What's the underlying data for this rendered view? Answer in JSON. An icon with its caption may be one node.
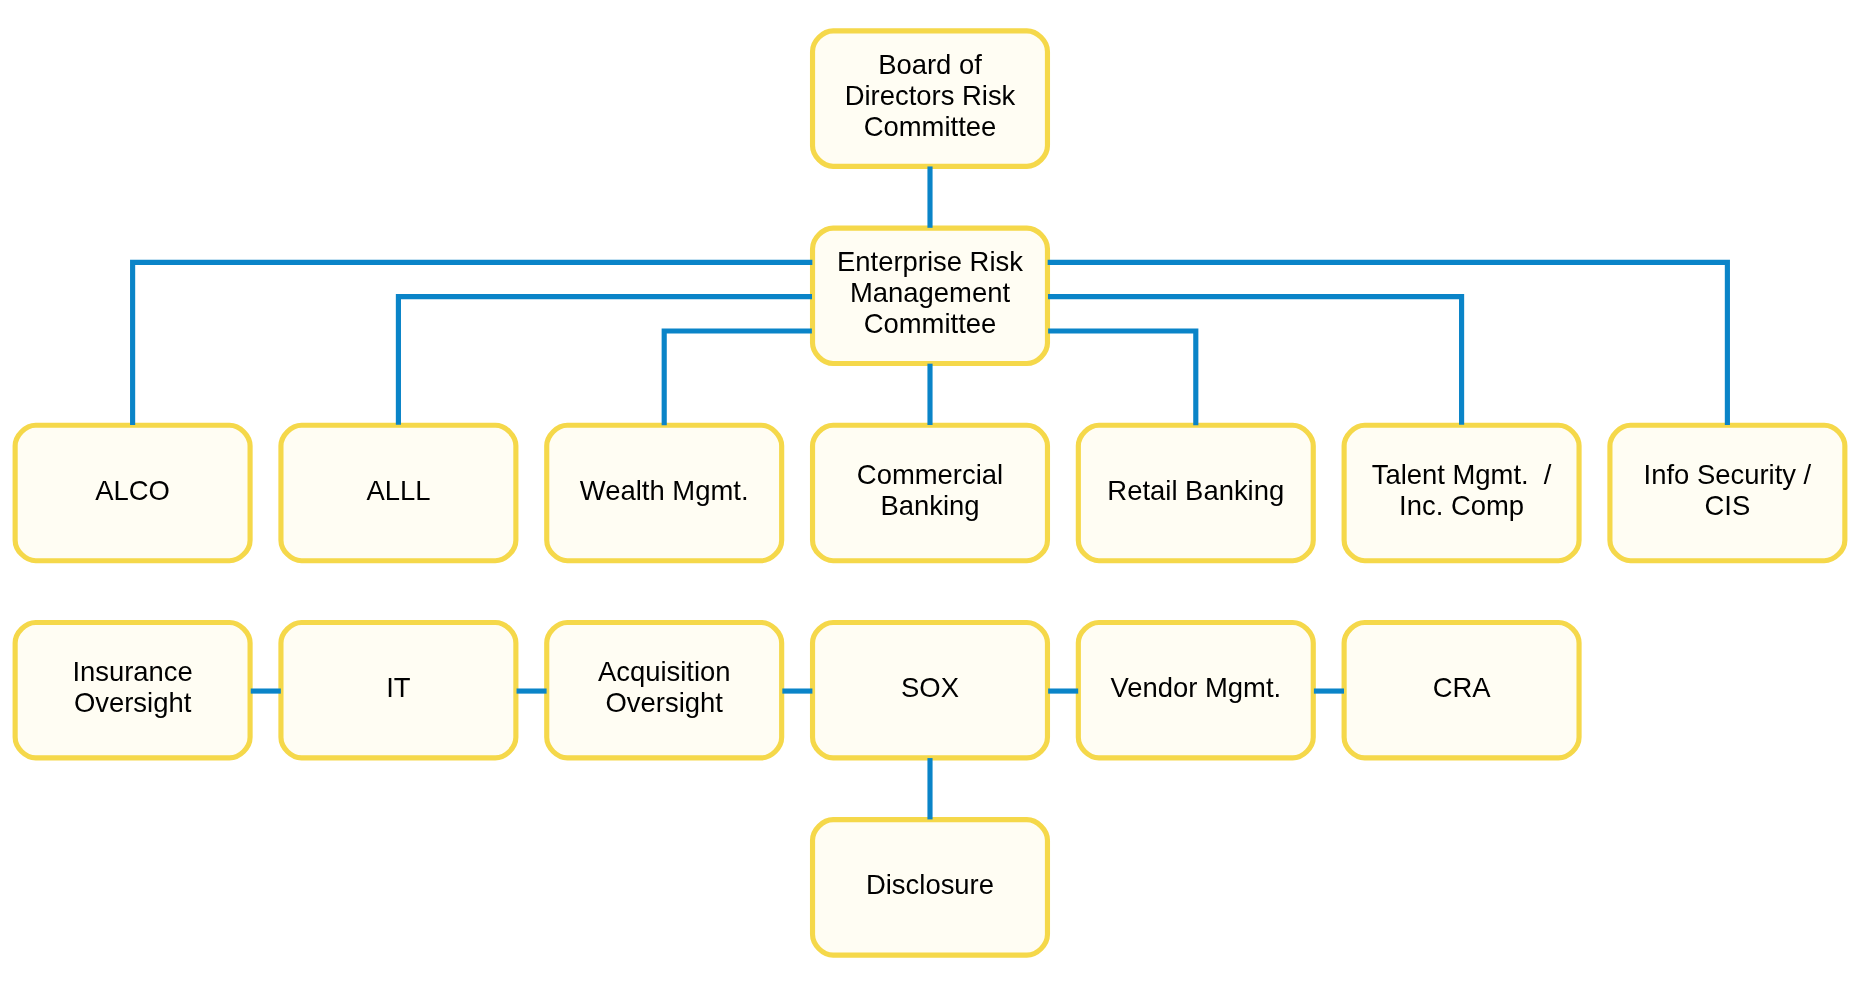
{
  "diagram": {
    "nodes": [
      {
        "text": [
          "Board of Directors Risk Committee"
        ]
      },
      {
        "text": [
          "Enterprise Risk Management Committee"
        ]
      },
      {
        "text": [
          "ALCO"
        ]
      },
      {
        "text": [
          "ALLL"
        ]
      },
      {
        "text": [
          "Wealth Mgmt."
        ]
      },
      {
        "text": [
          "Commercial Banking"
        ]
      },
      {
        "text": [
          "Retail Banking"
        ]
      },
      {
        "text": [
          "Talent Mgmt.  / Inc. Comp"
        ]
      },
      {
        "text": [
          "Info Security / CIS"
        ]
      },
      {
        "text": [
          "Insurance Oversight"
        ]
      },
      {
        "text": [
          "IT"
        ]
      },
      {
        "text": [
          "Acquisition Oversight"
        ]
      },
      {
        "text": [
          "SOX"
        ]
      },
      {
        "text": [
          "Vendor Mgmt."
        ]
      },
      {
        "text": [
          "CRA"
        ]
      },
      {
        "text": [
          "Disclosure"
        ]
      }
    ],
    "edges": [
      {
        "from": 0,
        "to": 1,
        "arrow": "none"
      },
      {
        "from": 1,
        "to": 2,
        "arrow": "none"
      },
      {
        "from": 1,
        "to": 3,
        "arrow": "none"
      },
      {
        "from": 1,
        "to": 4,
        "arrow": "none"
      },
      {
        "from": 1,
        "to": 5,
        "arrow": "none"
      },
      {
        "from": 1,
        "to": 6,
        "arrow": "none"
      },
      {
        "from": 1,
        "to": 7,
        "arrow": "none"
      },
      {
        "from": 1,
        "to": 8,
        "arrow": "none"
      },
      {
        "from": 9,
        "to": 10,
        "arrow": "none"
      },
      {
        "from": 10,
        "to": 11,
        "arrow": "none"
      },
      {
        "from": 11,
        "to": 12,
        "arrow": "none"
      },
      {
        "from": 12,
        "to": 13,
        "arrow": "none"
      },
      {
        "from": 13,
        "to": 14,
        "arrow": "none"
      },
      {
        "from": 12,
        "to": 15,
        "arrow": "none"
      }
    ]
  }
}
